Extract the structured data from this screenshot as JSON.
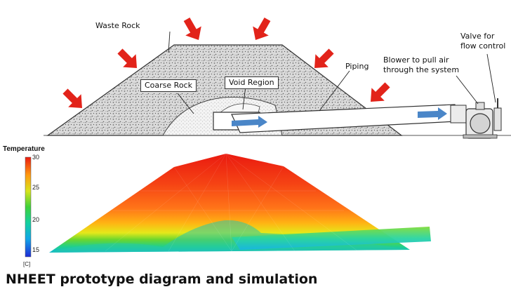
{
  "diagram": {
    "labels": {
      "waste_rock": "Waste Rock",
      "coarse_rock": "Coarse Rock",
      "void_region": "Void Region",
      "piping": "Piping",
      "blower": "Blower to pull air\nthrough the system",
      "valve": "Valve for\nflow control"
    },
    "colors": {
      "arrow_red": "#e2231a",
      "flow_arrow_blue": "#4a86c8",
      "rock_fill": "#d9d9d9"
    }
  },
  "simulation": {
    "legend_title": "Temperature",
    "ticks": [
      "30",
      "25",
      "20",
      "15"
    ],
    "unit": "[C]",
    "range": [
      15,
      30
    ],
    "colormap": "rainbow (blue = 15, red = 30)"
  },
  "caption": "NHEET prototype diagram and simulation"
}
